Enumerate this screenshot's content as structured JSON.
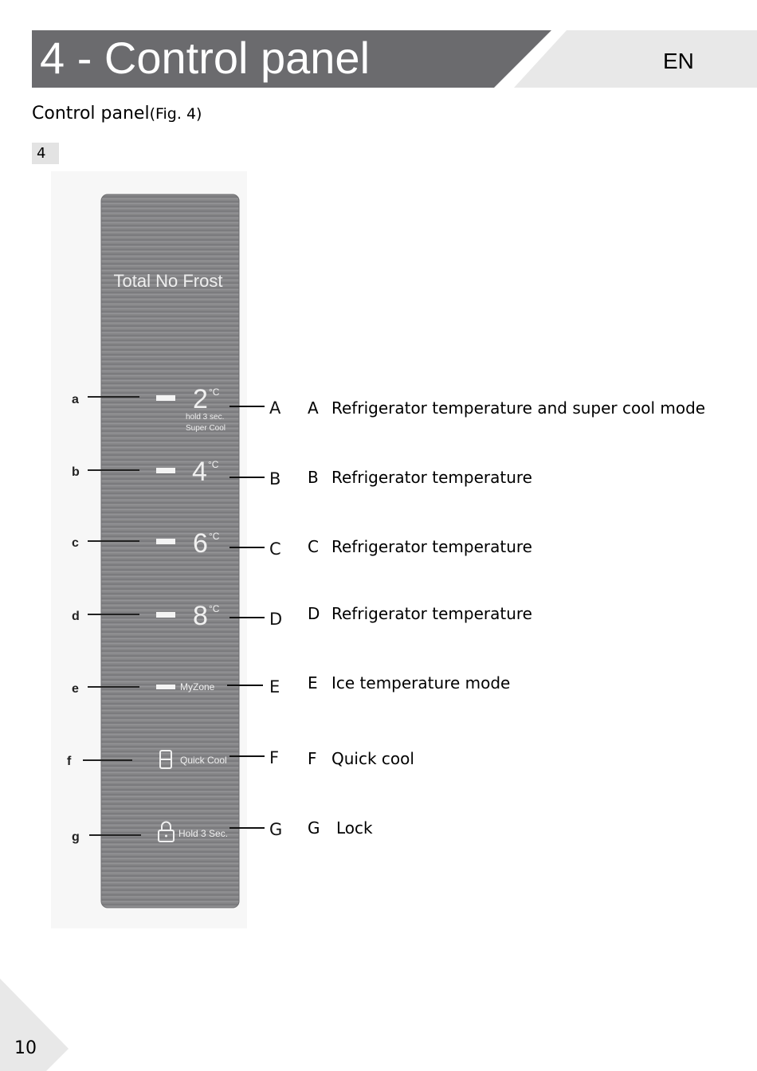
{
  "header": {
    "title": "4 - Control panel",
    "lang": "EN"
  },
  "section": {
    "title": "Control panel",
    "fig_ref": "(Fig. 4)",
    "fig_number": "4"
  },
  "panel": {
    "brand": "Total No Frost",
    "temps": [
      "2",
      "4",
      "6",
      "8"
    ],
    "unit": "°C",
    "super_cool_line1": "hold 3 sec.",
    "super_cool_line2": "Super Cool",
    "myzone_label": "MyZone",
    "quick_cool_label": "Quick Cool",
    "hold_label": "Hold 3 Sec.",
    "left_labels": [
      "a",
      "b",
      "c",
      "d",
      "e",
      "f",
      "g"
    ],
    "right_labels": [
      "A",
      "B",
      "C",
      "D",
      "E",
      "F",
      "G"
    ]
  },
  "legend": [
    {
      "letter": "A",
      "text": "Refrigerator temperature and super cool mode"
    },
    {
      "letter": "B",
      "text": "Refrigerator temperature"
    },
    {
      "letter": "C",
      "text": "Refrigerator temperature"
    },
    {
      "letter": "D",
      "text": "Refrigerator temperature"
    },
    {
      "letter": "E",
      "text": "Ice temperature mode"
    },
    {
      "letter": "F",
      "text": "Quick cool"
    },
    {
      "letter": "G",
      "text": "Lock"
    }
  ],
  "footer": {
    "page_number": "10"
  },
  "colors": {
    "header_bar": "#6b6b6e",
    "lang_tab": "#e8e8e8",
    "panel": "#8a8a8c",
    "panel_dark": "#7a7a7d"
  }
}
